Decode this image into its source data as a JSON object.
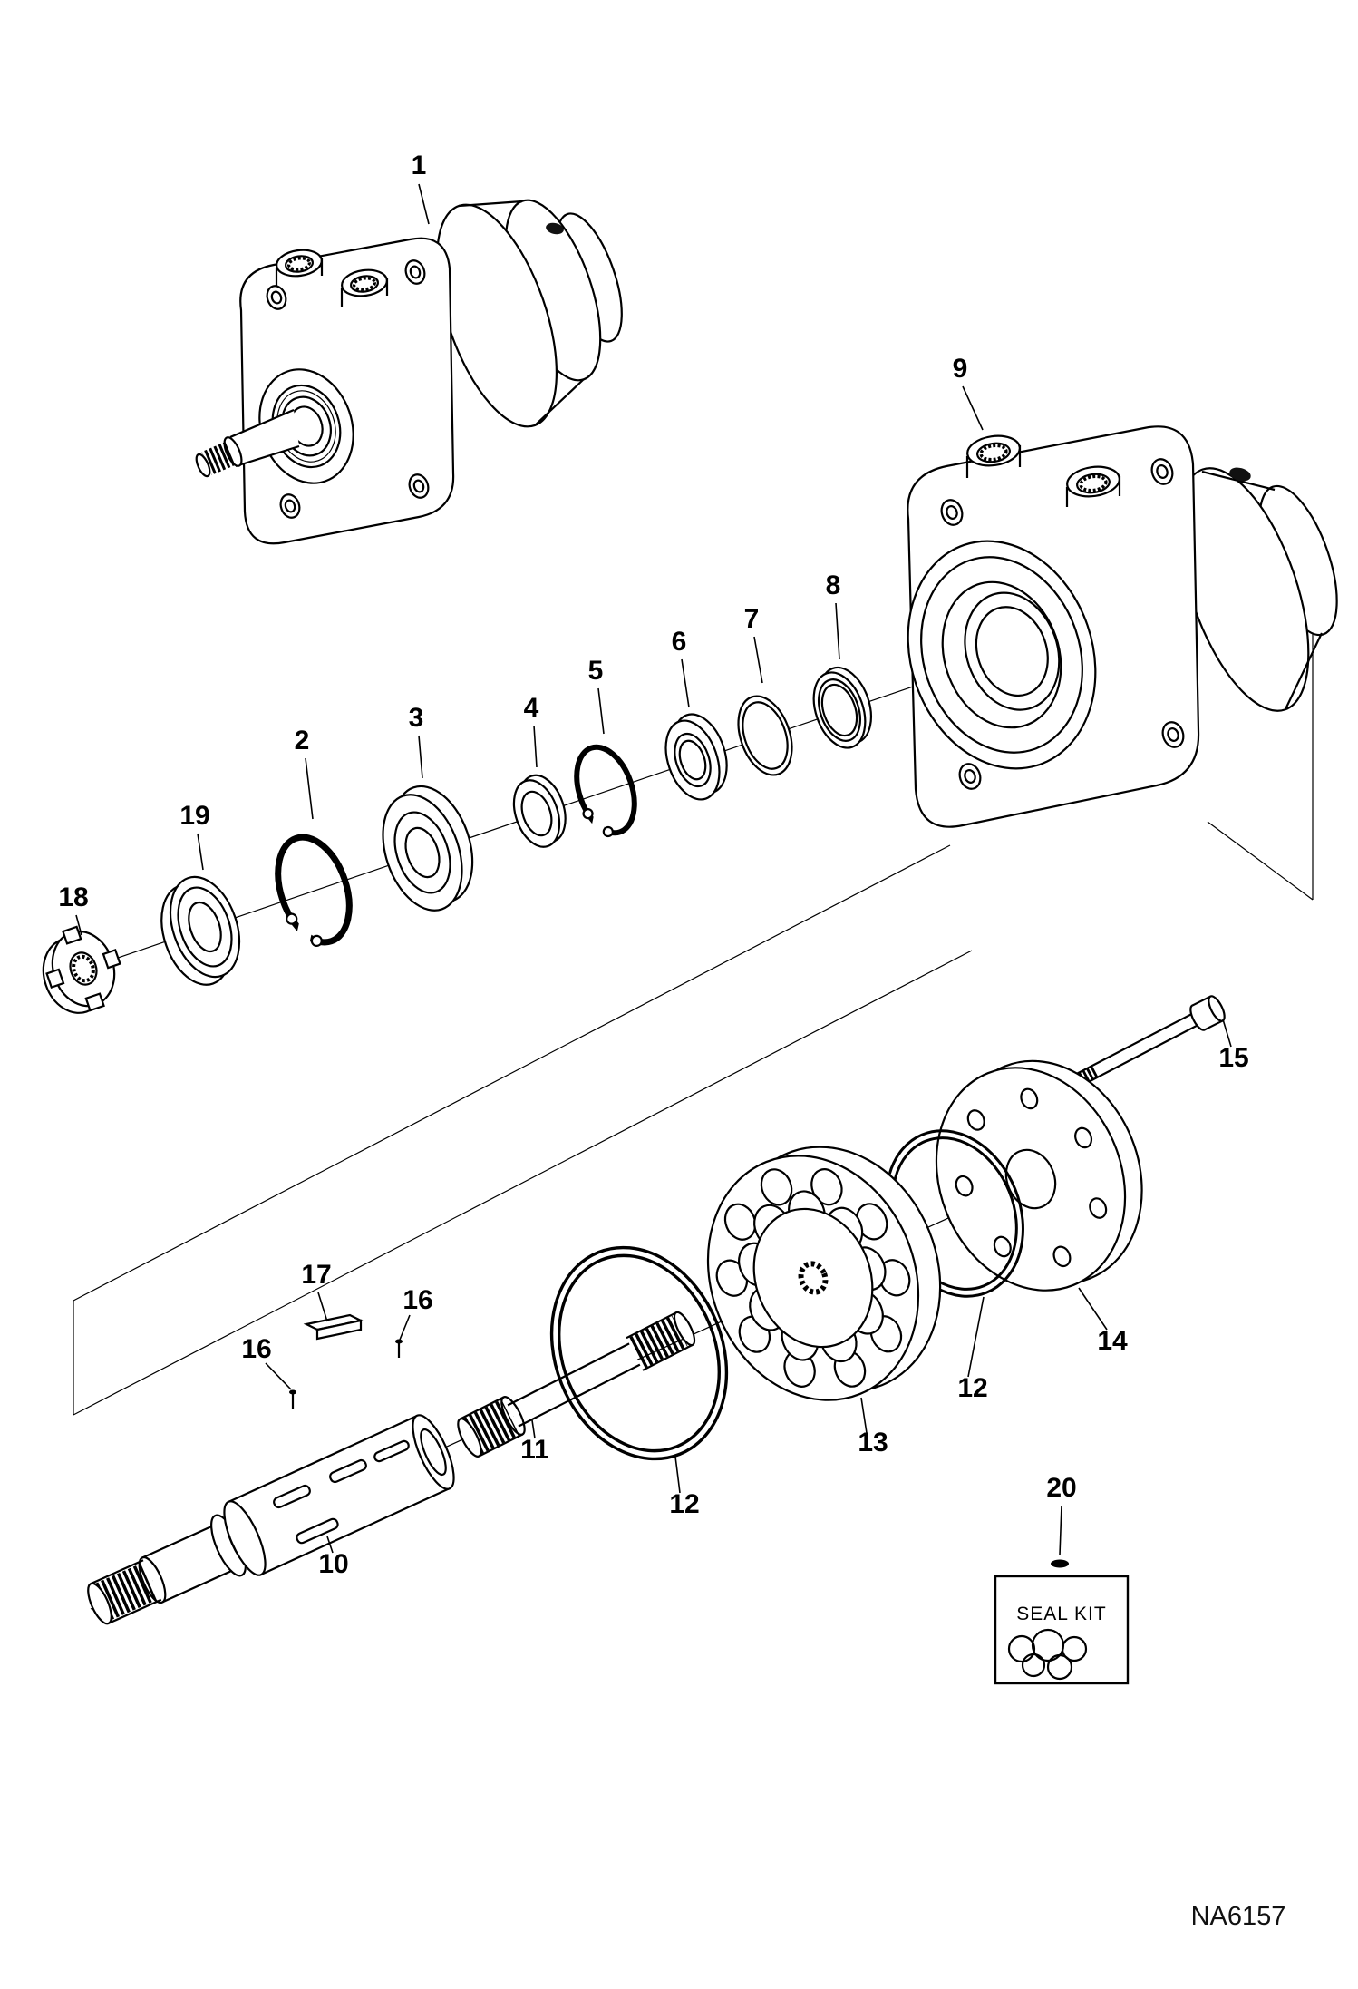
{
  "figure": {
    "code": "NA6157",
    "background": "#ffffff",
    "line_color": "#000000",
    "type": "exploded-parts-diagram"
  },
  "seal_kit": {
    "label": "SEAL KIT"
  },
  "callouts": [
    {
      "part": "motor-assembly",
      "label": "1"
    },
    {
      "part": "retaining-ring",
      "label": "2"
    },
    {
      "part": "bearing",
      "label": "3"
    },
    {
      "part": "ring",
      "label": "4"
    },
    {
      "part": "retaining-ring",
      "label": "5"
    },
    {
      "part": "seal",
      "label": "6"
    },
    {
      "part": "washer",
      "label": "7"
    },
    {
      "part": "seal-ring",
      "label": "8"
    },
    {
      "part": "motor-housing",
      "label": "9"
    },
    {
      "part": "output-shaft",
      "label": "10"
    },
    {
      "part": "drive-shaft",
      "label": "11"
    },
    {
      "part": "o-ring-large",
      "label": "12"
    },
    {
      "part": "o-ring-rear",
      "label": "12"
    },
    {
      "part": "gerotor",
      "label": "13"
    },
    {
      "part": "end-plate",
      "label": "14"
    },
    {
      "part": "bolt",
      "label": "15"
    },
    {
      "part": "pin-upper",
      "label": "16"
    },
    {
      "part": "pin-left",
      "label": "16"
    },
    {
      "part": "key",
      "label": "17"
    },
    {
      "part": "castle-nut",
      "label": "18"
    },
    {
      "part": "seal-washer",
      "label": "19"
    },
    {
      "part": "seal-kit",
      "label": "20"
    }
  ]
}
